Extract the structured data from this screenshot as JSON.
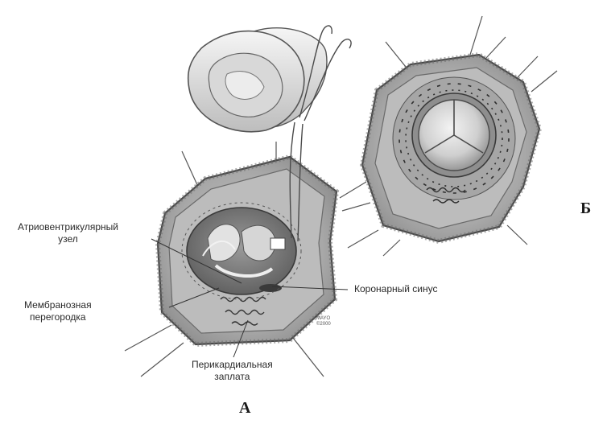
{
  "labels": {
    "av_node": [
      "Атриовентрикулярный",
      "узел"
    ],
    "coronary_sinus": "Коронарный синус",
    "membranous_septum": [
      "Мембранозная",
      "перегородка"
    ],
    "pericardial_patch": [
      "Перикардиальная",
      "заплата"
    ]
  },
  "panels": {
    "a": "А",
    "b": "Б"
  },
  "copyright": [
    "MAYO",
    "©2000"
  ]
}
